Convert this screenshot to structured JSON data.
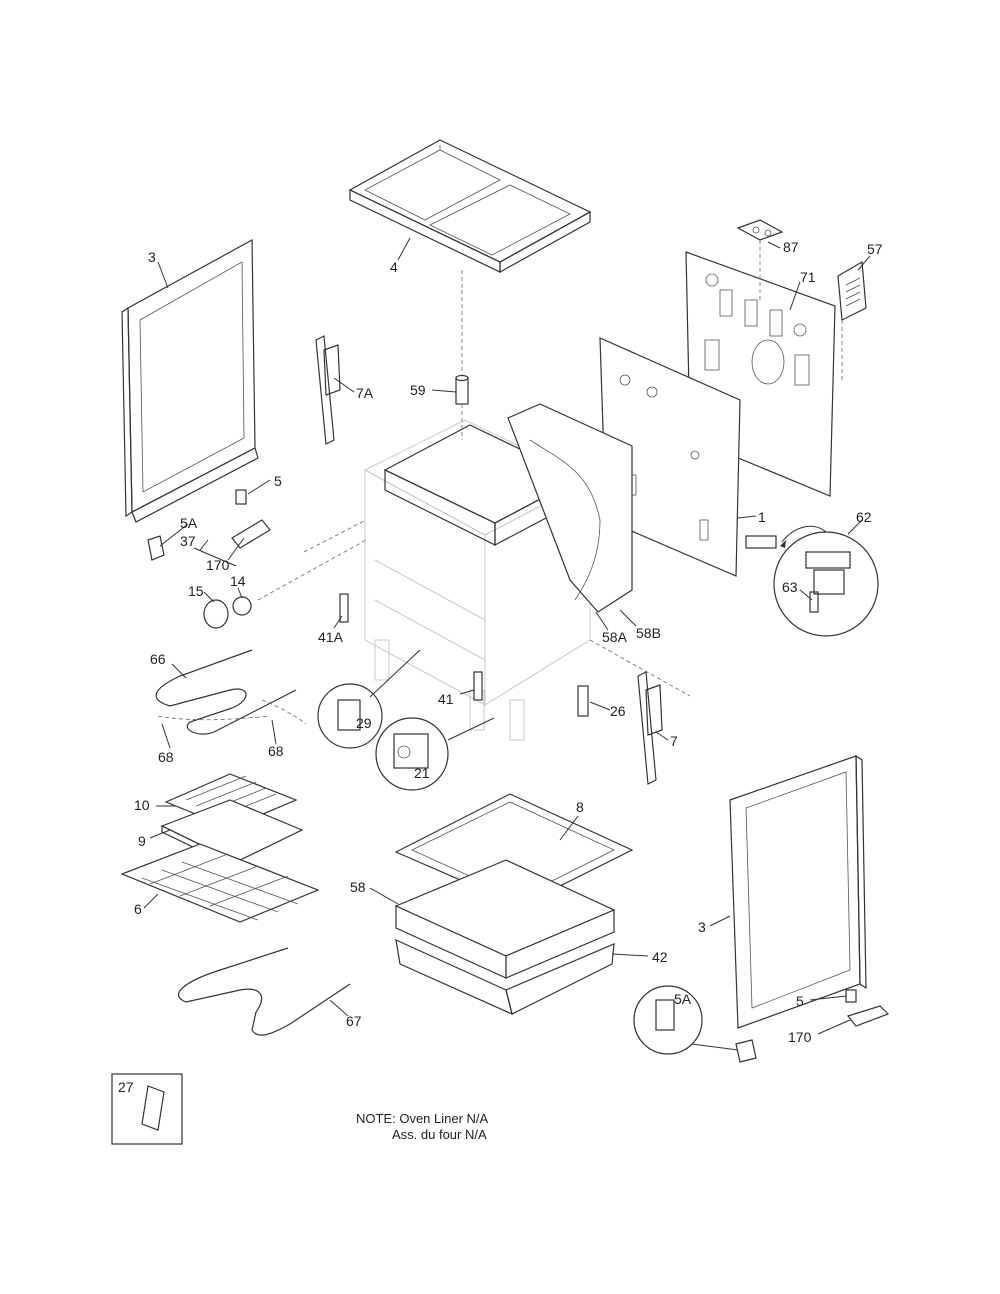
{
  "diagram": {
    "type": "exploded-parts-diagram",
    "callouts": {
      "c3_left": "3",
      "c4": "4",
      "c87": "87",
      "c57": "57",
      "c71": "71",
      "c7A": "7A",
      "c59": "59",
      "c5_left": "5",
      "c5A_left": "5A",
      "c37": "37",
      "c170_left": "170",
      "c15": "15",
      "c14": "14",
      "c1": "1",
      "c62": "62",
      "c63": "63",
      "c41A": "41A",
      "c58A": "58A",
      "c58B": "58B",
      "c66": "66",
      "c29": "29",
      "c41": "41",
      "c26": "26",
      "c68_left": "68",
      "c68_right": "68",
      "c21": "21",
      "c7": "7",
      "c10": "10",
      "c9": "9",
      "c8": "8",
      "c6": "6",
      "c58": "58",
      "c3_right": "3",
      "c42": "42",
      "c5A_right": "5A",
      "c5_right": "5",
      "c170_right": "170",
      "c67": "67",
      "c27": "27"
    },
    "note": {
      "line1": "NOTE: Oven Liner N/A",
      "line2": "Ass. du four N/A"
    }
  }
}
